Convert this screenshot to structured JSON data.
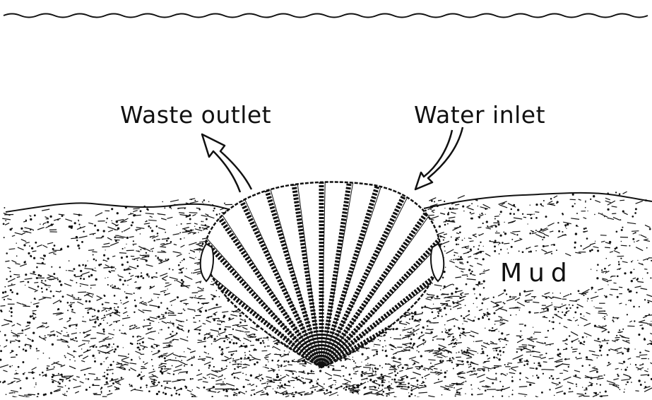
{
  "labels": {
    "waste_outlet": "Waste outlet",
    "water_inlet": "Water inlet",
    "mud": "Mud"
  },
  "colors": {
    "ink": "#111111",
    "background": "#ffffff"
  },
  "icons": {
    "shell": "scallop-shell-icon",
    "outlet_arrow": "arrow-up-left-icon",
    "inlet_arrow": "arrow-down-left-icon"
  }
}
